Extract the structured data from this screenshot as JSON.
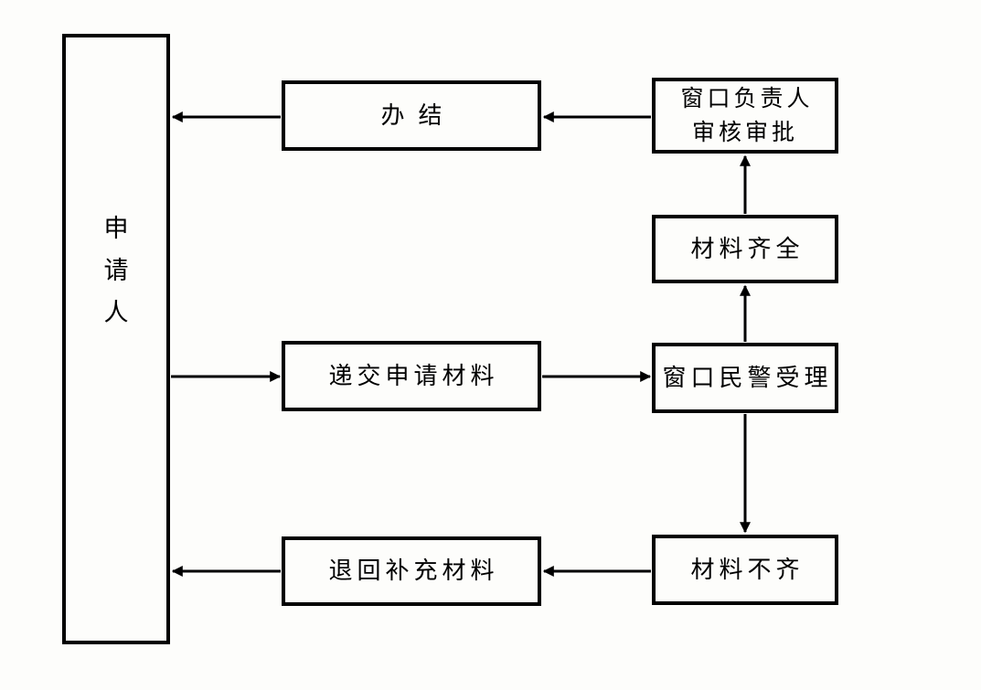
{
  "diagram": {
    "type": "flowchart",
    "line_color": "#000000",
    "background_color": "#fdfdfb",
    "nodes": {
      "applicant": {
        "label": "申请人"
      },
      "complete": {
        "label": "办结"
      },
      "supervisor": {
        "label": "窗口负责人\n审核审批"
      },
      "materials_complete": {
        "label": "材料齐全"
      },
      "submit": {
        "label": "递交申请材料"
      },
      "police": {
        "label": "窗口民警受理"
      },
      "return_supplement": {
        "label": "退回补充材料"
      },
      "materials_incomplete": {
        "label": "材料不齐"
      }
    },
    "edges": [
      {
        "from": "申请人",
        "to": "递交申请材料",
        "direction": "right"
      },
      {
        "from": "递交申请材料",
        "to": "窗口民警受理",
        "direction": "right"
      },
      {
        "from": "窗口民警受理",
        "to": "材料齐全",
        "direction": "up"
      },
      {
        "from": "材料齐全",
        "to": "窗口负责人审核审批",
        "direction": "up"
      },
      {
        "from": "窗口负责人审核审批",
        "to": "办结",
        "direction": "left"
      },
      {
        "from": "办结",
        "to": "申请人",
        "direction": "left"
      },
      {
        "from": "窗口民警受理",
        "to": "材料不齐",
        "direction": "down"
      },
      {
        "from": "材料不齐",
        "to": "退回补充材料",
        "direction": "left"
      },
      {
        "from": "退回补充材料",
        "to": "申请人",
        "direction": "left"
      }
    ]
  }
}
